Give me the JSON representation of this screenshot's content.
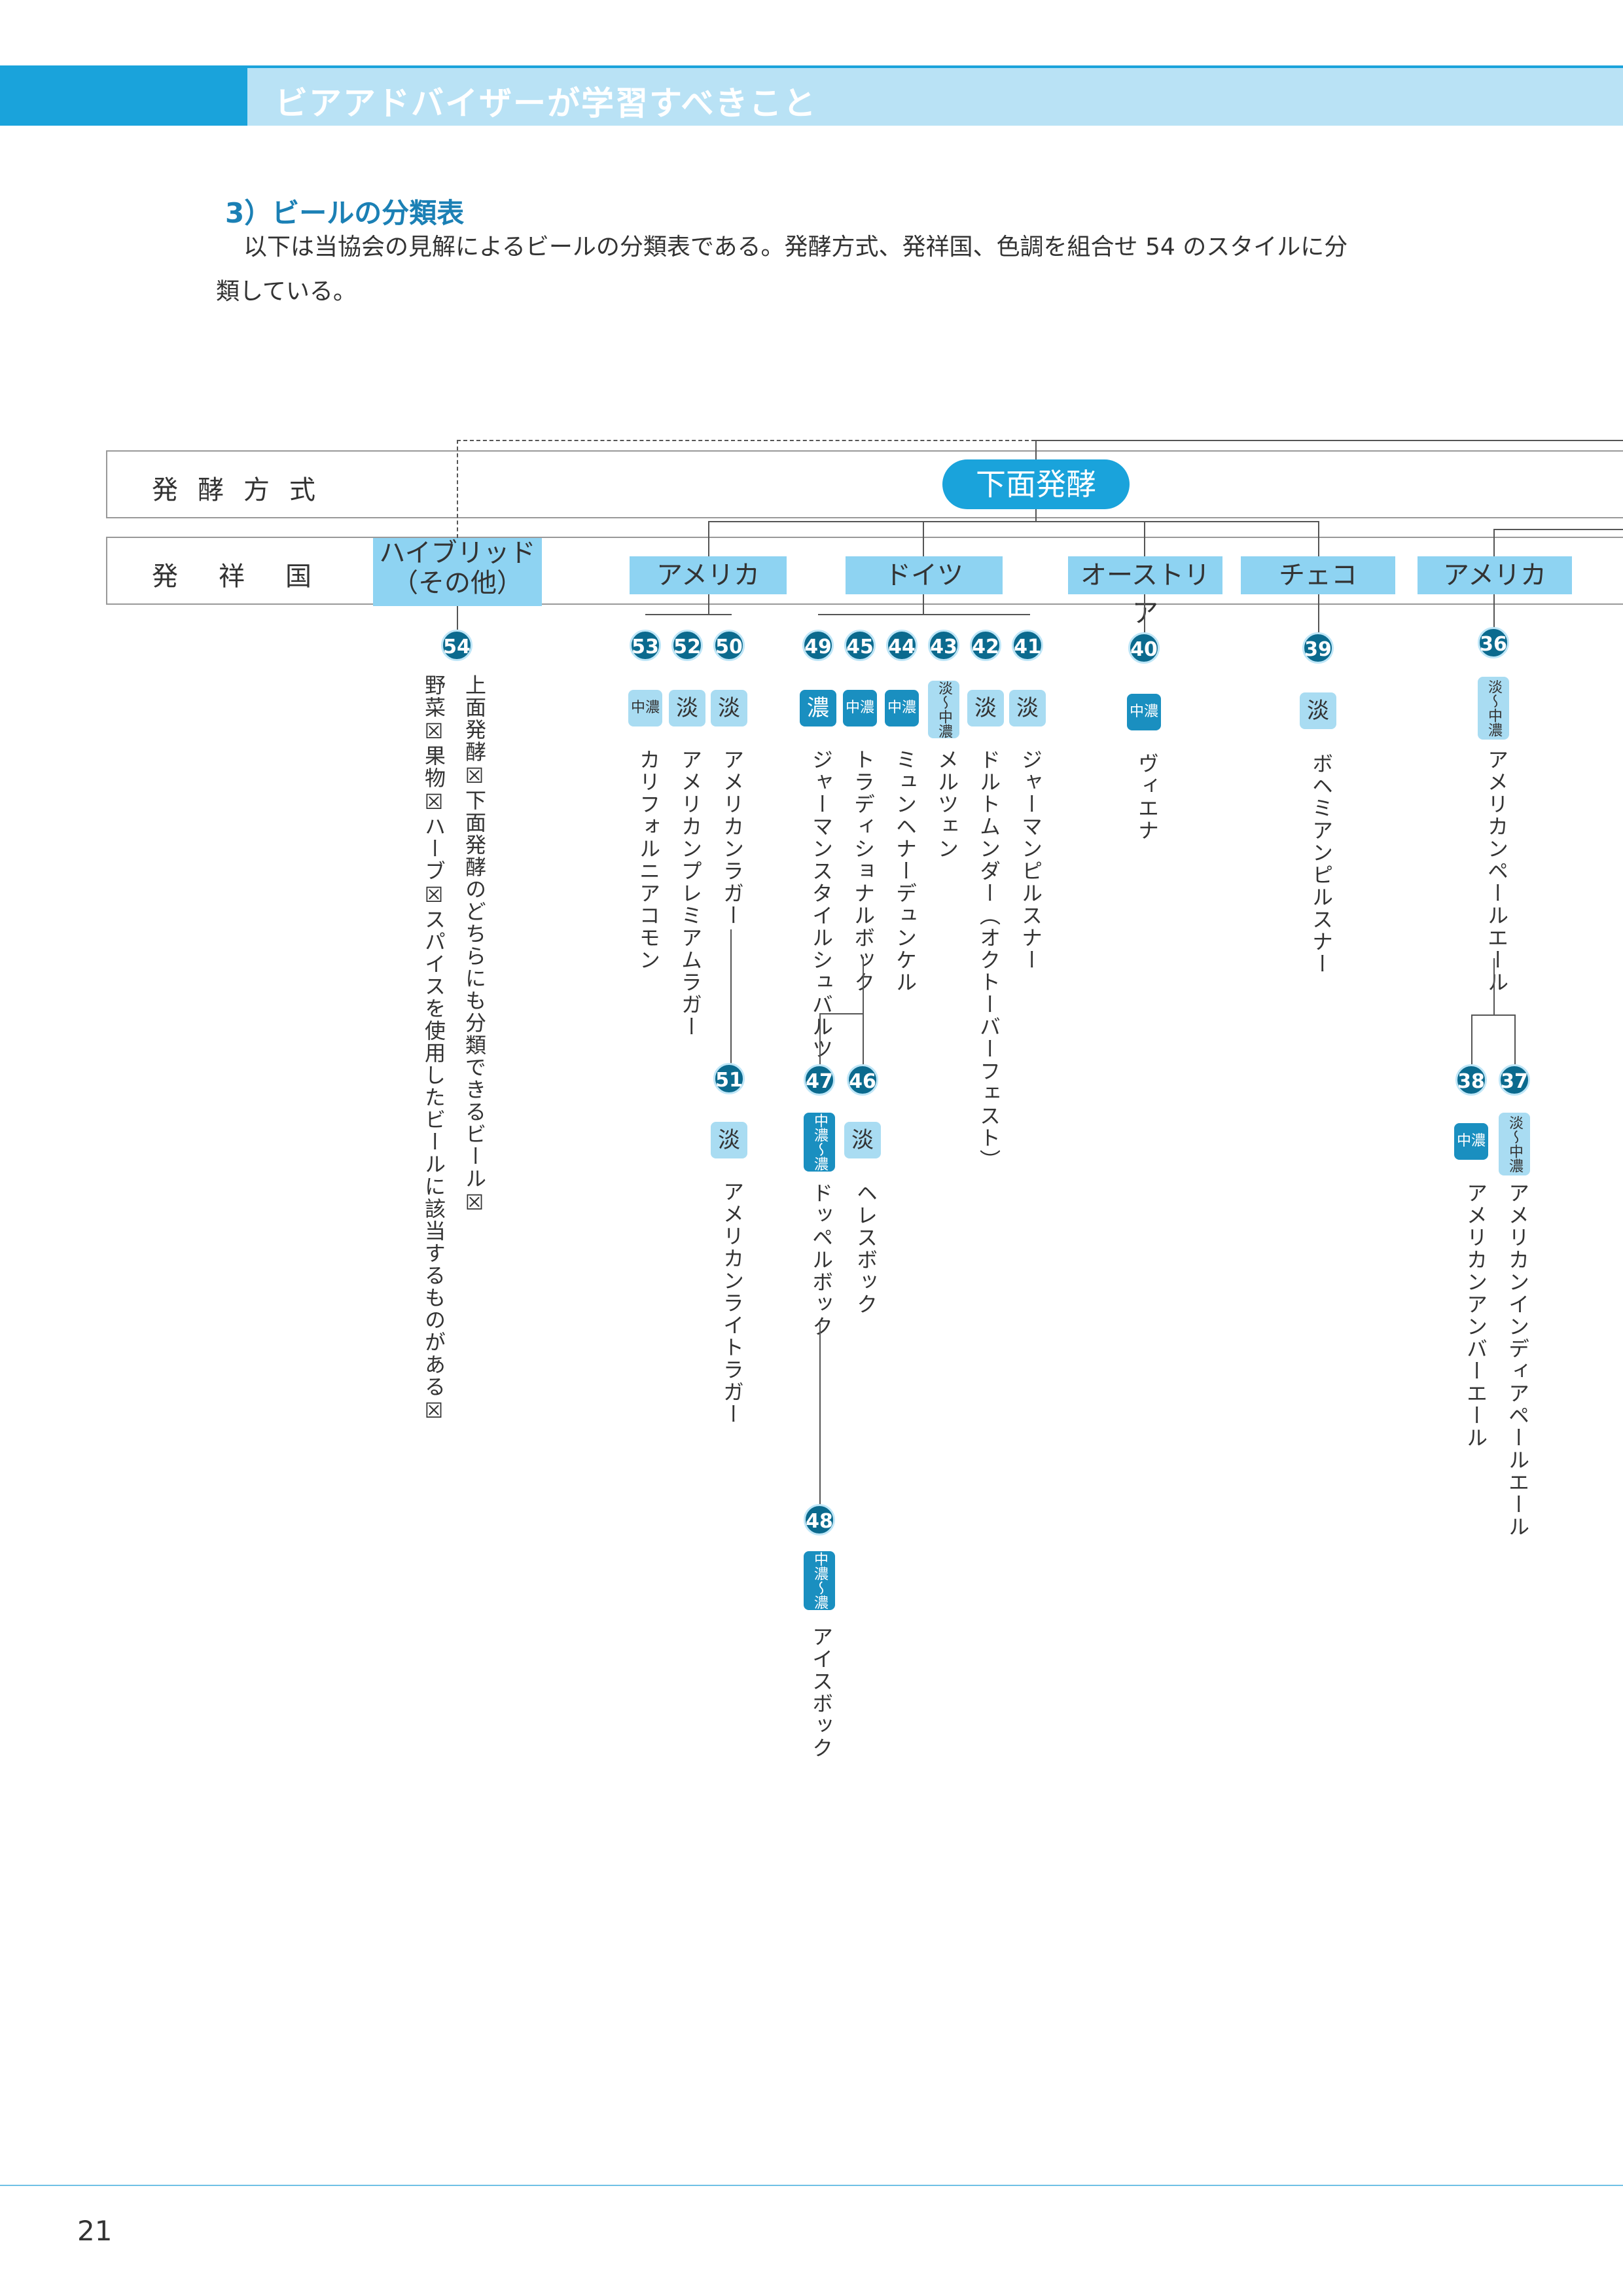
{
  "header": {
    "title": "ビアアドバイザーが学習すべきこと"
  },
  "section": {
    "title": "3）ビールの分類表",
    "paragraph_line1": "以下は当協会の見解によるビールの分類表である。発酵方式、発祥国、色調を組合せ 54 のスタイルに分",
    "paragraph_line2": "類している。"
  },
  "table": {
    "row1_label": "発酵方式",
    "row2_label": "発祥国",
    "fermentation": "下面発酵",
    "hybrid_line1": "ハイブリッド",
    "hybrid_line2": "（その他）",
    "countries": [
      "アメリカ",
      "ドイツ",
      "オーストリア",
      "チェコ",
      "アメリカ"
    ]
  },
  "hybrid_style": {
    "num": "54",
    "desc1": "上面発酵☒下面発酵のどちらにも分類できるビール☒",
    "desc2": "野菜☒果物☒ハーブ☒スパイスを使用したビールに該当するものがある☒"
  },
  "styles": [
    {
      "num": "53",
      "color": "中濃",
      "name": "カリフォルニアコモン"
    },
    {
      "num": "52",
      "color": "淡",
      "name": "アメリカンプレミアムラガー"
    },
    {
      "num": "50",
      "color": "淡",
      "name": "アメリカンラガー"
    },
    {
      "num": "51",
      "color": "淡",
      "name": "アメリカンライトラガー"
    },
    {
      "num": "49",
      "color": "濃",
      "name": "ジャーマンスタイルシュバルツ"
    },
    {
      "num": "45",
      "color": "中濃",
      "name": "トラディショナルボック"
    },
    {
      "num": "44",
      "color": "中濃",
      "name": "ミュンヘナーデュンケル"
    },
    {
      "num": "43",
      "color": "淡〜中濃",
      "name": "メルツェン"
    },
    {
      "num": "42",
      "color": "淡",
      "name": "ドルトムンダー（オクトーバーフェスト）"
    },
    {
      "num": "41",
      "color": "淡",
      "name": "ジャーマンピルスナー"
    },
    {
      "num": "47",
      "color": "中濃〜濃",
      "name": "ドッペルボック"
    },
    {
      "num": "46",
      "color": "淡",
      "name": "ヘレスボック"
    },
    {
      "num": "48",
      "color": "中濃〜濃",
      "name": "アイスボック"
    },
    {
      "num": "40",
      "color": "中濃",
      "name": "ヴィエナ"
    },
    {
      "num": "39",
      "color": "淡",
      "name": "ボヘミアンピルスナー"
    },
    {
      "num": "36",
      "color": "淡〜中濃",
      "name": "アメリカンペールエール"
    },
    {
      "num": "38",
      "color": "中濃",
      "name": "アメリカンアンバーエール"
    },
    {
      "num": "37",
      "color": "淡〜中濃",
      "name": "アメリカンインディアペールエール"
    }
  ],
  "page_number": "21"
}
